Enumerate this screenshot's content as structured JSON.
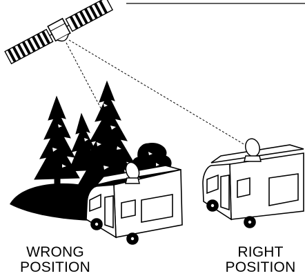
{
  "captions": {
    "wrong": [
      "WRONG",
      "POSITION"
    ],
    "right": [
      "RIGHT",
      "POSITION"
    ]
  },
  "colors": {
    "ink": "#000000",
    "background": "#ffffff"
  },
  "icons": [
    "satellite-icon",
    "tree-icon",
    "motorhome-icon",
    "satellite-dish-icon"
  ]
}
